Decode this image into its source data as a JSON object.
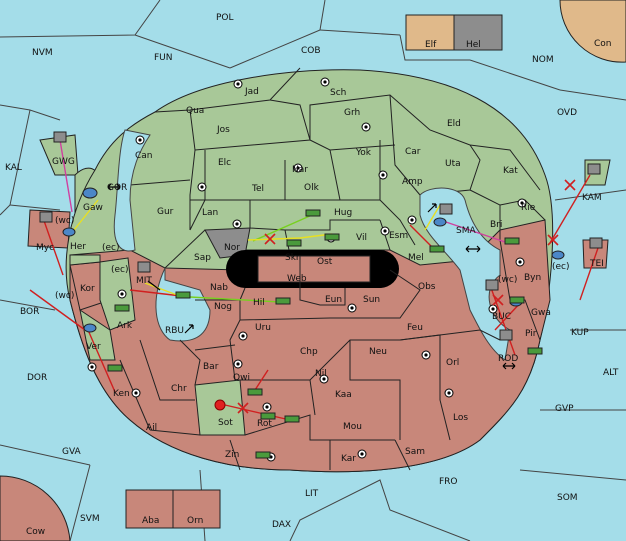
{
  "map": {
    "sea_labels": {
      "pol": "POL",
      "nvm": "NVM",
      "fun": "FUN",
      "cob": "COB",
      "nom": "NOM",
      "con": "Con",
      "kal": "KAL",
      "ovd": "OVD",
      "kam": "KAM",
      "bor": "BOR",
      "kup": "KUP",
      "dor": "DOR",
      "alt": "ALT",
      "gvp": "GVP",
      "gva": "GVA",
      "fro": "FRO",
      "som": "SOM",
      "lit": "LIT",
      "svm": "SVM",
      "dax": "DAX",
      "cow": "Cow",
      "gwg": "GWG",
      "gor": "GOR",
      "mit": "MIT",
      "rbu": "RBU",
      "sma": "SMA",
      "buc": "BUC",
      "rod": "ROD",
      "tei": "TEI",
      "myc": "Myc",
      "gaw": "Gaw",
      "elf": "Elf",
      "hel": "Hel",
      "aba": "Aba",
      "orn": "Orn"
    },
    "green_labels": {
      "jad": "Jad",
      "sch": "Sch",
      "qua": "Qua",
      "jos": "Jos",
      "grh": "Grh",
      "eld": "Eld",
      "can": "Can",
      "yok": "Yok",
      "car": "Car",
      "elc": "Elc",
      "nar": "Nar",
      "uta": "Uta",
      "kat": "Kat",
      "tel": "Tel",
      "olk": "Olk",
      "amp": "Amp",
      "gur": "Gur",
      "lan": "Lan",
      "hug": "Hug",
      "rie": "Rie",
      "sap": "Sap",
      "esm": "Esm",
      "bri": "Bri",
      "skr": "Skr",
      "vil": "Vil",
      "her": "Her",
      "ark": "Ark",
      "ver": "Ver",
      "sot": "Sot"
    },
    "red_labels": {
      "nor": "Nor",
      "ost": "Ost",
      "web": "Web",
      "mel": "Mel",
      "byn": "Byn",
      "kor": "Kor",
      "eun": "Eun",
      "sun": "Sun",
      "obs": "Obs",
      "gwa": "Gwa",
      "nab": "Nab",
      "hil": "Hil",
      "nog": "Nog",
      "pir": "Pir",
      "uru": "Uru",
      "feu": "Feu",
      "chp": "Chp",
      "neu": "Neu",
      "bar": "Bar",
      "qwi": "Qwi",
      "nil": "Nil",
      "orl": "Orl",
      "ken": "Ken",
      "chr": "Chr",
      "kaa": "Kaa",
      "ail": "Ail",
      "rot": "Rot",
      "mou": "Mou",
      "los": "Los",
      "zin": "Zin",
      "kar": "Kar",
      "sam": "Sam"
    },
    "coast_notes": {
      "wc_myc": "(wc)",
      "ec_her": "(ec)",
      "ec_mit": "(ec)",
      "wc_kor": "(wc)",
      "wc_buc": "(wc)",
      "ec_tei": "(ec)"
    }
  }
}
